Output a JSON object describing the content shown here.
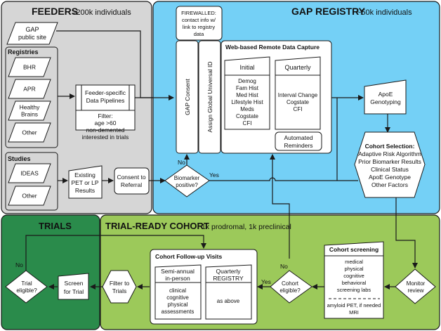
{
  "colors": {
    "feeders_bg": "#d6d6d6",
    "registry_bg": "#74d0f6",
    "trials_bg": "#2a8b4b",
    "cohort_bg": "#9cc95a",
    "box_fill": "#ffffff",
    "stroke": "#1a1a1a"
  },
  "feeders": {
    "title": "FEEDERS",
    "subtitle": ">200k individuals",
    "gap_public_site": [
      "GAP",
      "public site"
    ],
    "registries": {
      "label": "Registries",
      "items": [
        [
          "BHR"
        ],
        [
          "APR"
        ],
        [
          "Healthy",
          "Brains"
        ],
        [
          "Other"
        ]
      ]
    },
    "pipelines": {
      "header": [
        "Feeder-specific",
        "Data Pipelines"
      ],
      "filter": [
        "Filter:",
        "age >60",
        "non-demented",
        "interested in trials"
      ]
    },
    "studies": {
      "label": "Studies",
      "items": [
        [
          "IDEAS"
        ],
        [
          "Other"
        ]
      ]
    },
    "existing_results": [
      "Existing",
      "PET or LP",
      "Results"
    ],
    "consent_referral": [
      "Consent to",
      "Referral"
    ]
  },
  "registry": {
    "title": "GAP REGISTRY",
    "subtitle": "~50k individuals",
    "firewalled": [
      "FIREWALLED:",
      "contact info w/",
      "link to registry",
      "data"
    ],
    "gap_consent": "GAP Consent",
    "assign_id": "Assign Global Universal ID",
    "rdc": {
      "title": "Web-based Remote Data Capture",
      "initial": {
        "header": "Initial",
        "items": [
          "Demog",
          "Fam Hist",
          "Med Hist",
          "Lifestyle Hist",
          "Meds",
          "Cogstate",
          "CFI"
        ]
      },
      "quarterly": {
        "header": "Quarterly",
        "items": [
          "Interval Change",
          "Cogstate",
          "CFI"
        ]
      },
      "reminders": [
        "Automated",
        "Reminders"
      ]
    },
    "apoe": [
      "ApoE",
      "Genotyping"
    ],
    "cohort_selection": {
      "title": "Cohort Selection:",
      "items": [
        "Adaptive Risk Algorithm",
        "Prior Biomarker Results",
        "Clinical Status",
        "ApoE Genotype",
        "Other Factors"
      ]
    },
    "biomarker": {
      "question": [
        "Biomarker",
        "positive?"
      ],
      "yes": "Yes",
      "no": "No"
    }
  },
  "trials": {
    "title": "TRIALS",
    "screen": [
      "Screen",
      "for Trial"
    ],
    "eligible": [
      "Trial",
      "eligible?"
    ],
    "no": "No"
  },
  "cohort": {
    "title": "TRIAL-READY COHORT",
    "subtitle": "1k prodromal, 1k preclinical",
    "filter_to_trials": [
      "Filter to",
      "Trials"
    ],
    "followup": {
      "title": "Cohort Follow-up Visits",
      "semiannual": {
        "header": [
          "Semi-annual",
          "in-person"
        ],
        "items": [
          "clinical",
          "cognitive",
          "physical",
          "assessments"
        ]
      },
      "quarterly": {
        "header": [
          "Quarterly",
          "REGISTRY"
        ],
        "items": [
          "as above"
        ]
      }
    },
    "eligible": [
      "Cohort",
      "eligible?"
    ],
    "yes": "Yes",
    "no": "No",
    "screening": {
      "title": "Cohort screening",
      "items": [
        "medical",
        "physical",
        "cognitive",
        "behavioral",
        "screening labs"
      ],
      "extra": [
        "amyloid PET, if needed",
        "MRI"
      ]
    },
    "monitor": [
      "Monitor",
      "review"
    ]
  }
}
